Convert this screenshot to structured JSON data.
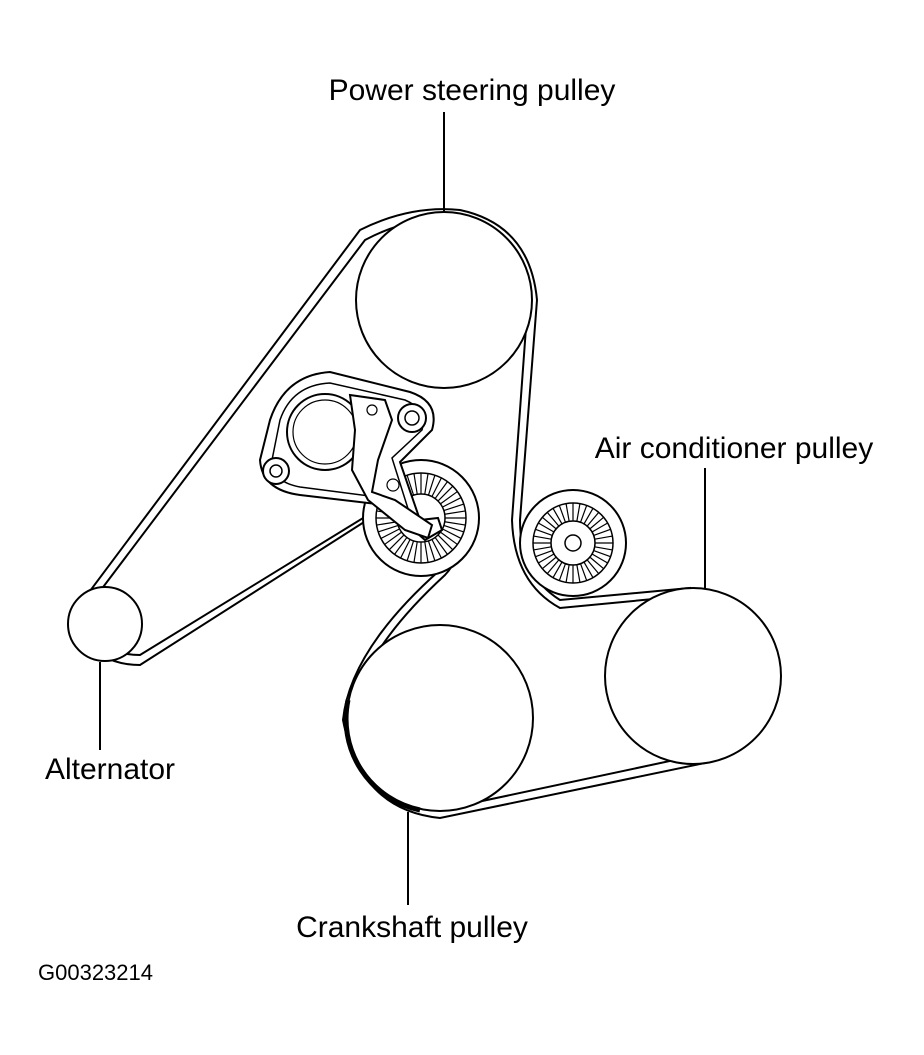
{
  "labels": {
    "power_steering": "Power steering pulley",
    "air_conditioner": "Air conditioner pulley",
    "alternator": "Alternator",
    "crankshaft": "Crankshaft pulley"
  },
  "figure_code": "G00323214"
}
